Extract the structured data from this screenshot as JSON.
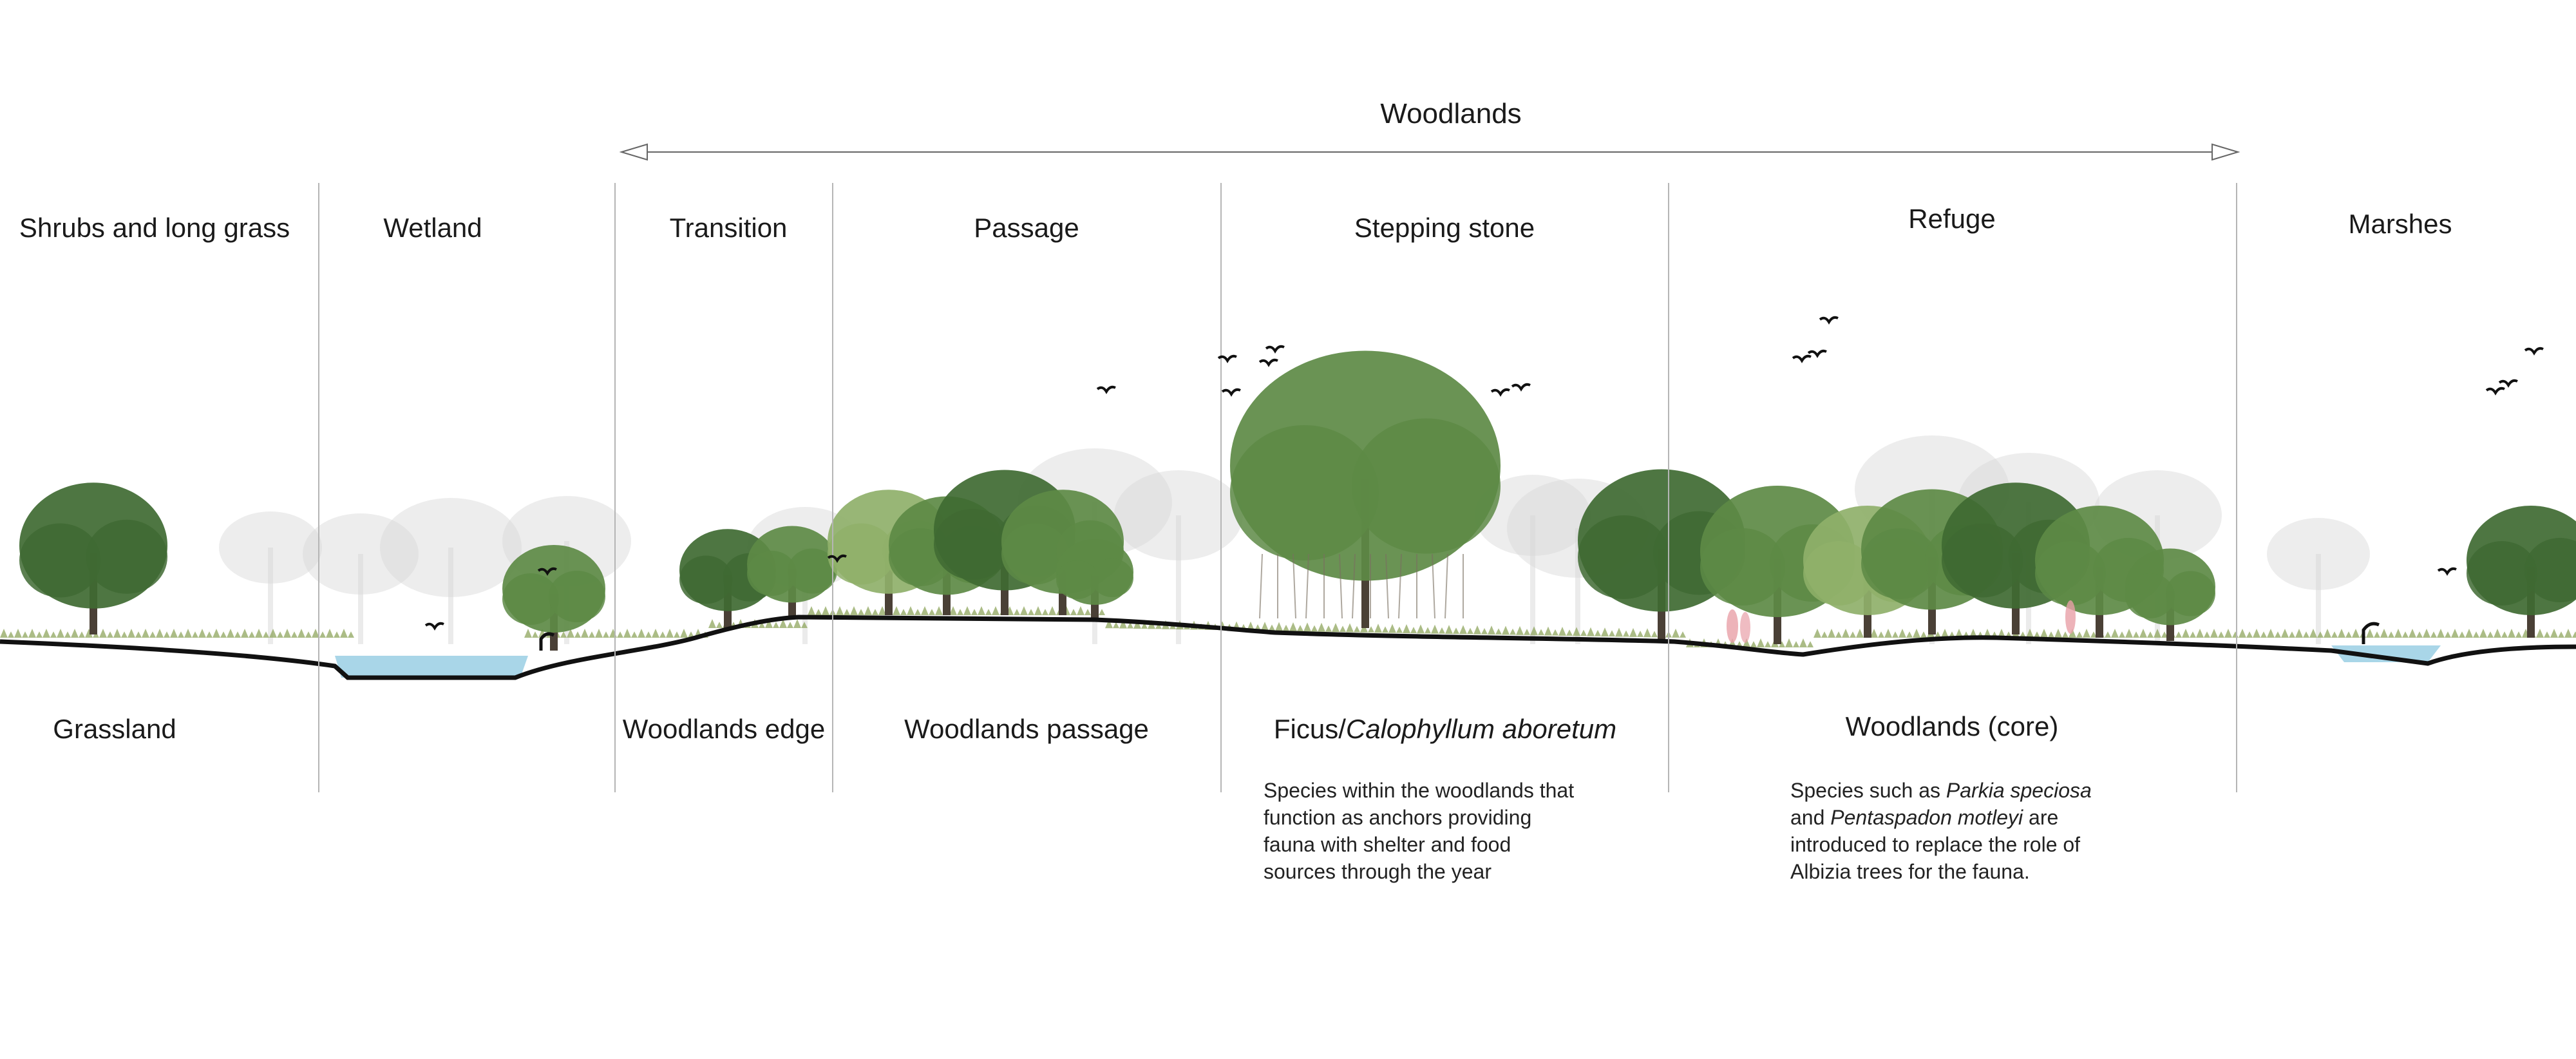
{
  "span": {
    "title": "Woodlands"
  },
  "zones": [
    {
      "label": "Shrubs and long grass"
    },
    {
      "label": "Wetland"
    },
    {
      "label": "Transition"
    },
    {
      "label": "Passage"
    },
    {
      "label": "Stepping stone"
    },
    {
      "label": "Refuge"
    },
    {
      "label": "Marshes"
    }
  ],
  "sublabels": {
    "grassland": "Grassland",
    "edge": "Woodlands edge",
    "passage": "Woodlands passage",
    "aboretum_a": "Ficus/",
    "aboretum_b": "Calophyllum aboretum",
    "core": "Woodlands (core)"
  },
  "notes": {
    "stepping": "Species within the woodlands that function as anchors providing fauna with shelter and food sources through the year",
    "refuge": {
      "p1": "Species such as ",
      "s1": "Parkia speciosa",
      "p2": " and ",
      "s2": "Pentaspadon motleyi",
      "p3": " are introduced to replace the role of Albizia trees for the fauna."
    }
  },
  "colors": {
    "divider": "#b5b5b5",
    "ground": "#111111",
    "water": "#a9d6e8",
    "tree_dark": "#3f6a32",
    "tree_mid": "#5d8a45",
    "tree_light": "#8fb06a",
    "mist": "#d8d8d8",
    "grass": "#8fa65e"
  }
}
